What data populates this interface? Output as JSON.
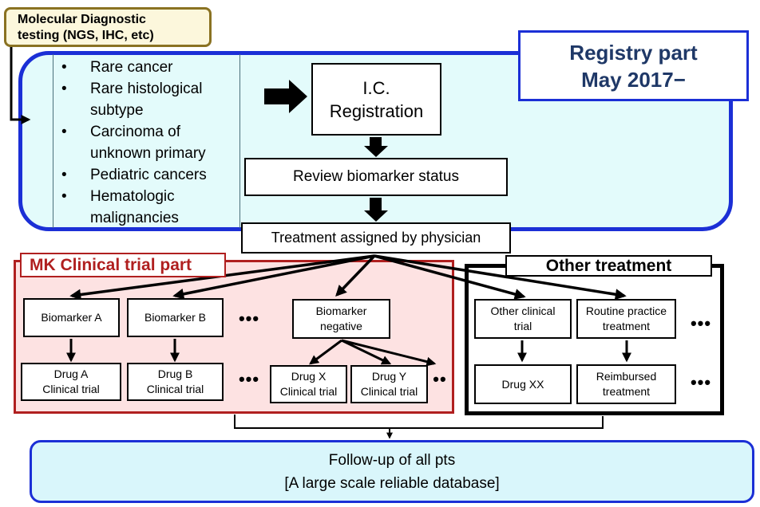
{
  "molecular": {
    "line1": "Molecular Diagnostic",
    "line2": "testing (NGS, IHC, etc)"
  },
  "criteria": [
    "Rare cancer",
    "Rare histological subtype",
    "Carcinoma of unknown primary",
    "Pediatric cancers",
    "Hematologic malignancies"
  ],
  "registry": {
    "line1": "Registry part",
    "line2": "May 2017−"
  },
  "ic": {
    "line1": "I.C.",
    "line2": "Registration"
  },
  "review": "Review biomarker status",
  "treatment": "Treatment assigned by physician",
  "mk": {
    "label": "MK Clinical trial part",
    "biomarker_a": "Biomarker A",
    "biomarker_b": "Biomarker B",
    "biomarker_neg_1": "Biomarker",
    "biomarker_neg_2": "negative",
    "drug_a_1": "Drug A",
    "drug_a_2": "Clinical trial",
    "drug_b_1": "Drug B",
    "drug_b_2": "Clinical trial",
    "drug_x_1": "Drug X",
    "drug_x_2": "Clinical trial",
    "drug_y_1": "Drug Y",
    "drug_y_2": "Clinical trial",
    "ellipsis": "•••",
    "ellipsis_small": "••"
  },
  "other": {
    "label": "Other treatment",
    "clinical_1": "Other clinical",
    "clinical_2": "trial",
    "routine_1": "Routine practice",
    "routine_2": "treatment",
    "drug_xx": "Drug XX",
    "reimbursed_1": "Reimbursed",
    "reimbursed_2": "treatment",
    "ellipsis": "•••"
  },
  "followup": {
    "line1": "Follow-up of all pts",
    "line2": "[A large scale reliable database]"
  },
  "colors": {
    "registry_blue": "#1b2fd6",
    "registry_fill": "#e3fbfb",
    "mk_red": "#b01f1f",
    "mk_fill": "#fde2e2",
    "followup_fill": "#d9f6fb",
    "molecular_border": "#8a7222"
  }
}
